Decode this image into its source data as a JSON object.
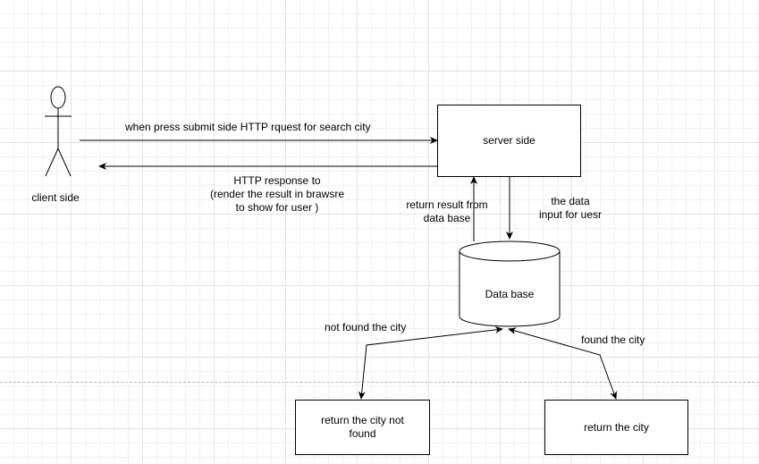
{
  "actor": {
    "label": "client side"
  },
  "nodes": {
    "server": "server side",
    "database": "Data base",
    "not_found_box": [
      "return the city not",
      "found"
    ],
    "found_box": "return the city"
  },
  "edges": {
    "request": "when press submit side HTTP rquest for search city",
    "response": [
      "HTTP response to",
      "(render the result in brawsre",
      "to show for user )"
    ],
    "result_from_db": [
      "return result  from",
      "data base"
    ],
    "data_input": [
      "the data",
      "input for uesr"
    ],
    "not_found": "not found the city",
    "found": "found the city"
  },
  "colors": {
    "line": "#000000",
    "grid": "#e3e3e3",
    "background": "#ffffff"
  }
}
